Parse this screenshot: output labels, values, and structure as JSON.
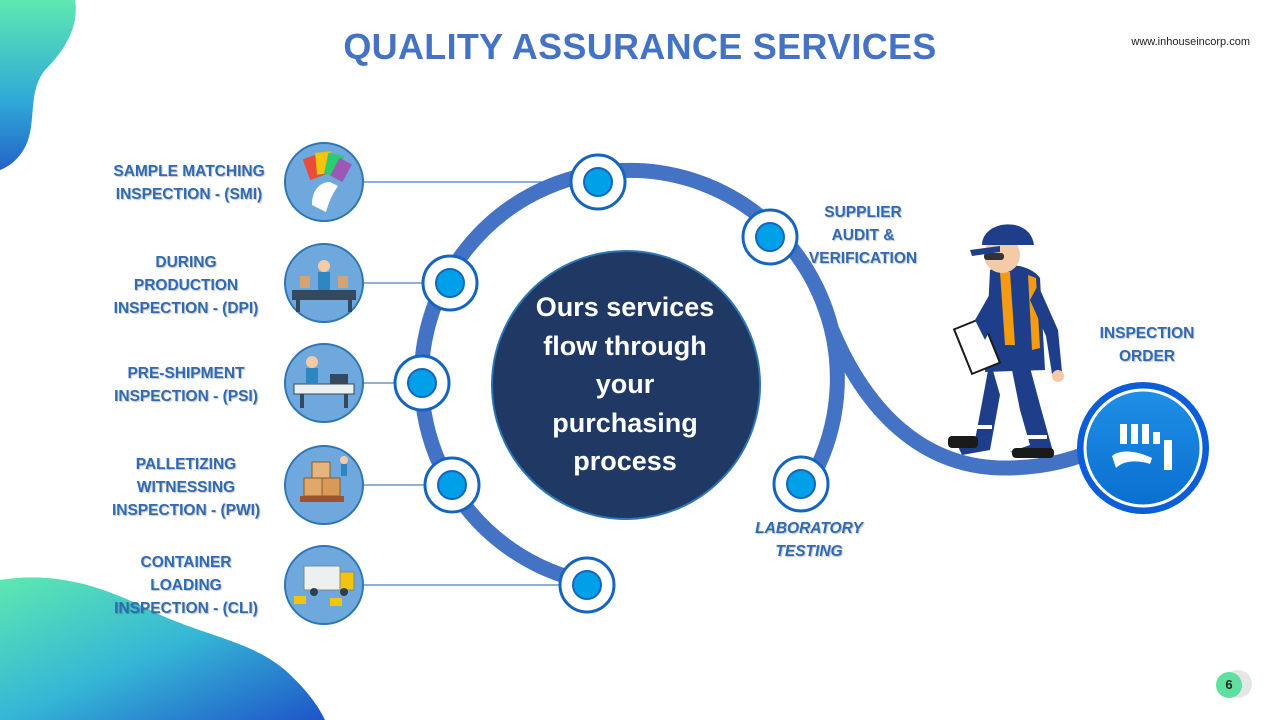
{
  "title": "QUALITY ASSURANCE SERVICES",
  "website": "www.inhouseincorp.com",
  "page_number": "6",
  "center_text": [
    "Ours services",
    "flow through",
    "your",
    "purchasing",
    "process"
  ],
  "left_services": [
    {
      "lines": [
        "SAMPLE MATCHING",
        "INSPECTION - (SMI)"
      ],
      "icon": "color-swatch-icon"
    },
    {
      "lines": [
        "DURING",
        "PRODUCTION",
        "INSPECTION - (DPI)"
      ],
      "icon": "production-line-icon"
    },
    {
      "lines": [
        "PRE-SHIPMENT",
        "INSPECTION - (PSI)"
      ],
      "icon": "conveyor-inspection-icon"
    },
    {
      "lines": [
        "PALLETIZING",
        "WITNESSING",
        "INSPECTION - (PWI)"
      ],
      "icon": "pallet-boxes-icon"
    },
    {
      "lines": [
        "CONTAINER",
        "LOADING",
        "INSPECTION - (CLI)"
      ],
      "icon": "truck-loading-icon"
    }
  ],
  "supplier_audit": [
    "SUPPLIER",
    "AUDIT &",
    "VERIFICATION"
  ],
  "laboratory_testing": [
    "LABORATORY",
    "TESTING"
  ],
  "inspection_order": [
    "INSPECTION",
    "ORDER"
  ],
  "colors": {
    "title": "#4472C4",
    "ring": "#4472C4",
    "center": "#1F3864",
    "node": "#00A0E9",
    "label": "#2F6BB3",
    "accent_green": "#5EE0A0"
  }
}
